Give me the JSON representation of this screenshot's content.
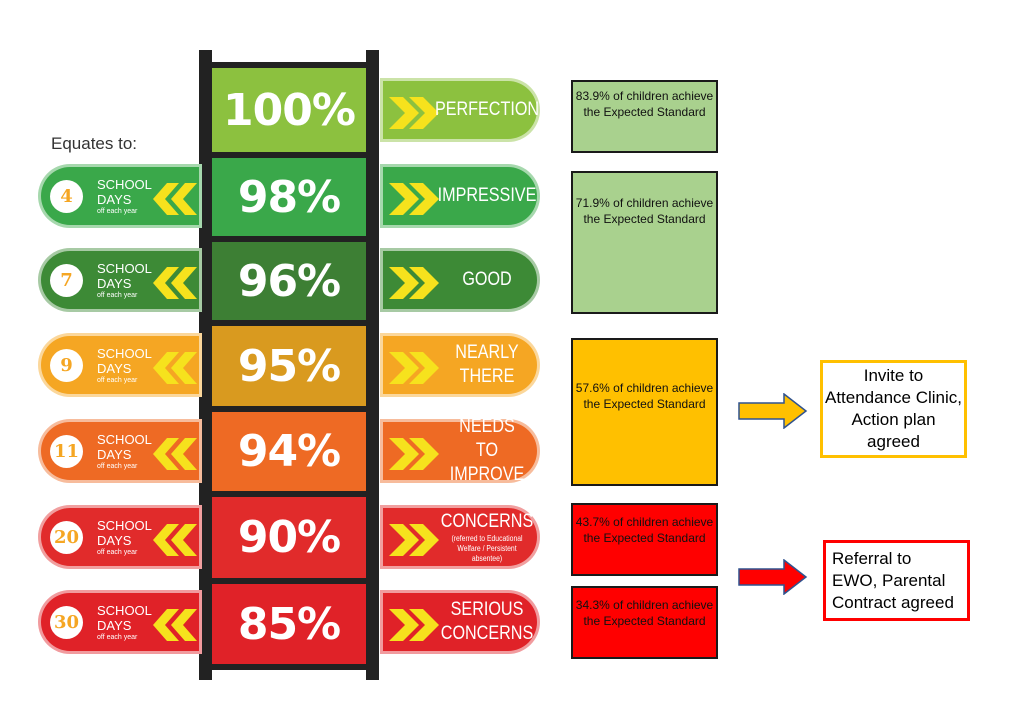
{
  "equates_label": "Equates to:",
  "levels": [
    {
      "percent": "100%",
      "label": "PERFECTION",
      "days": null,
      "color": "#8cc13f"
    },
    {
      "percent": "98%",
      "label": "IMPRESSIVE",
      "days": "4",
      "color": "#3aa84a"
    },
    {
      "percent": "96%",
      "label": "GOOD",
      "days": "7",
      "color": "#3d8a36"
    },
    {
      "percent": "95%",
      "label_line1": "NEARLY",
      "label_line2": "THERE",
      "days": "9",
      "color": "#f5a623"
    },
    {
      "percent": "94%",
      "label_line1": "NEEDS TO",
      "label_line2": "IMPROVE",
      "days": "11",
      "color": "#ee6a24"
    },
    {
      "percent": "90%",
      "label": "CONCERNS",
      "sub": "(referred to Educational Welfare / Persistent absentee)",
      "days": "20",
      "color": "#e12b2b"
    },
    {
      "percent": "85%",
      "label_line1": "SERIOUS",
      "label_line2": "CONCERNS",
      "days": "30",
      "color": "#e02228"
    }
  ],
  "school_days": {
    "line1": "SCHOOL",
    "line2": "DAYS",
    "line3": "off each year"
  },
  "notes": [
    {
      "text": "83.9% of children achieve the Expected Standard",
      "color": "#a9d18e"
    },
    {
      "text": "71.9% of children achieve the Expected Standard",
      "color": "#a9d18e"
    },
    {
      "text": "57.6% of children achieve the Expected Standard",
      "color": "#ffc000"
    },
    {
      "text": "43.7% of children achieve the Expected Standard",
      "color": "#ff0000"
    },
    {
      "text": "34.3% of children achieve the Expected Standard",
      "color": "#ff0000"
    }
  ],
  "callouts": [
    {
      "text": "Invite to Attendance Clinic, Action plan agreed",
      "border": "#ffc000",
      "arrow": "#ffc000"
    },
    {
      "text": "Referral to EWO, Parental Contract agreed",
      "border": "#ff0000",
      "arrow": "#ff0000"
    }
  ]
}
